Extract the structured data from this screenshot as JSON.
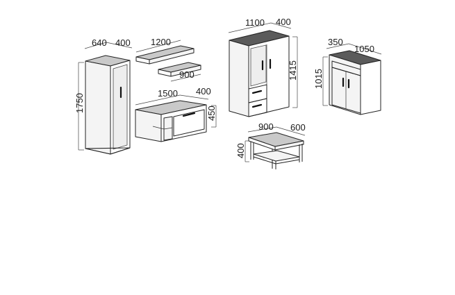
{
  "diagram": {
    "items": [
      {
        "id": "tall-cabinet",
        "width": "640",
        "depth": "400",
        "height": "1750"
      },
      {
        "id": "wall-shelf-large",
        "length": "1200"
      },
      {
        "id": "wall-shelf-small",
        "length": "900"
      },
      {
        "id": "tv-stand",
        "width": "1500",
        "depth": "400",
        "height": "450"
      },
      {
        "id": "display-cabinet",
        "width": "1100",
        "depth": "400",
        "height": "1415"
      },
      {
        "id": "sideboard",
        "depth": "350",
        "width": "1050",
        "height": "1015"
      },
      {
        "id": "coffee-table",
        "width": "900",
        "depth": "600",
        "height": "400"
      }
    ]
  }
}
